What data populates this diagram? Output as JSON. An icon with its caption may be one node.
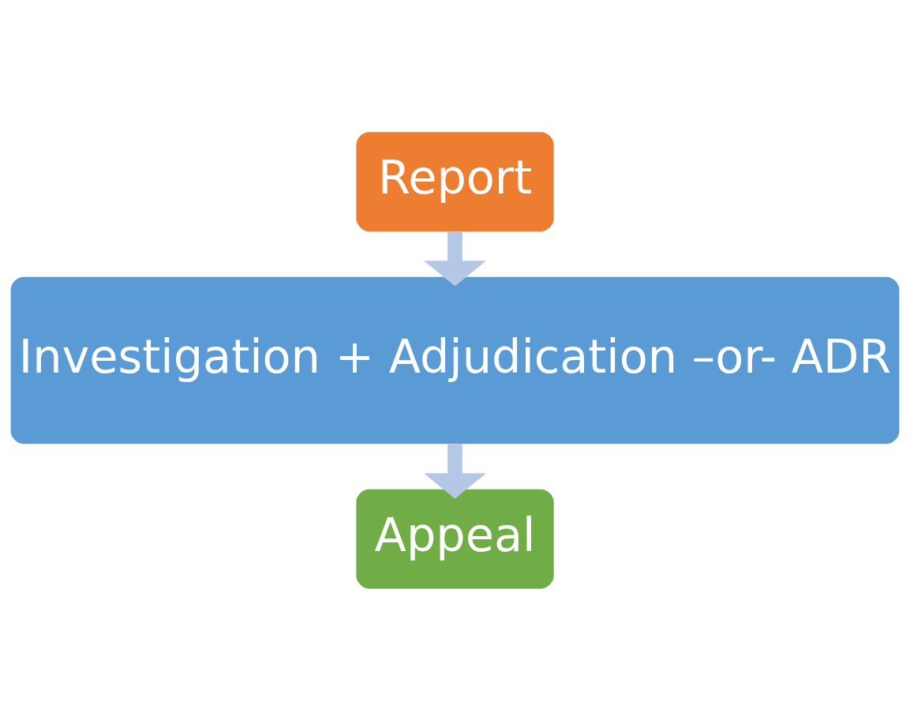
{
  "diagram": {
    "nodes": [
      {
        "text": [
          "Report"
        ]
      },
      {
        "text": [
          "Investigation + Adjudication –or- ADR"
        ]
      },
      {
        "text": [
          "Appeal"
        ]
      }
    ],
    "edges": [
      {
        "from": 0,
        "to": 1,
        "arrow": "to"
      },
      {
        "from": 1,
        "to": 2,
        "arrow": "to"
      }
    ]
  }
}
